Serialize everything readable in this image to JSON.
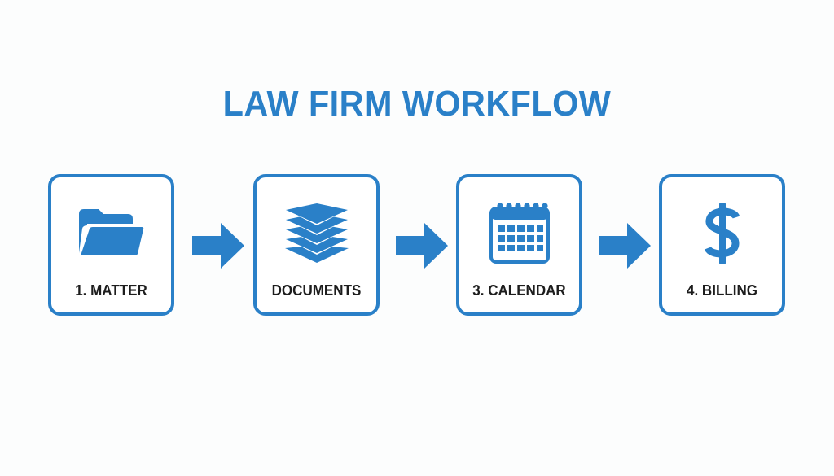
{
  "title": "LAW FIRM WORKFLOW",
  "colors": {
    "accent": "#2a80c8",
    "text": "#1d1d1d",
    "background": "#fcfdfd"
  },
  "steps": [
    {
      "label": "1. MATTER",
      "icon": "folder-icon"
    },
    {
      "label": "DOCUMENTS",
      "icon": "documents-stack-icon"
    },
    {
      "label": "3. CALENDAR",
      "icon": "calendar-icon"
    },
    {
      "label": "4. BILLING",
      "icon": "dollar-icon"
    }
  ],
  "connectors": [
    {
      "from": "1. MATTER",
      "to": "DOCUMENTS",
      "icon": "arrow-right-icon"
    },
    {
      "from": "DOCUMENTS",
      "to": "3. CALENDAR",
      "icon": "arrow-right-icon"
    },
    {
      "from": "3. CALENDAR",
      "to": "4. BILLING",
      "icon": "arrow-right-icon"
    }
  ]
}
